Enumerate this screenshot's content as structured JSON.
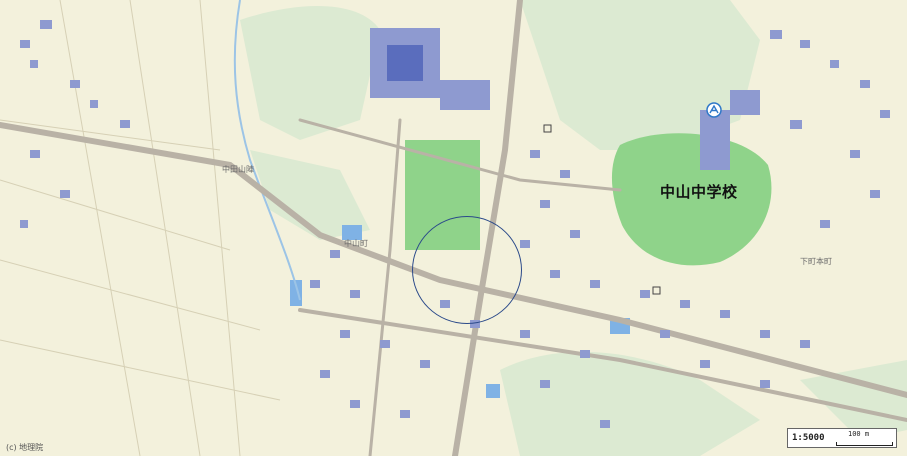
{
  "map": {
    "labels": {
      "school": "中山中学校",
      "place_nw": "中田山陣",
      "place_center": "中山町",
      "place_east": "下町本町"
    },
    "attribution": "(c) 地理院",
    "scale": {
      "ratio": "1:5000",
      "distance": "100 m"
    },
    "colors": {
      "paddy": "#f3f1dc",
      "forest": "#d9ead0",
      "schoolground": "#8fd38a",
      "building": "#8e9ad0",
      "road": "#b9b2a6",
      "water": "#7fb2e5",
      "marker": "#2b4a8a"
    },
    "icons": [
      "school-icon",
      "post-office-icon"
    ]
  }
}
